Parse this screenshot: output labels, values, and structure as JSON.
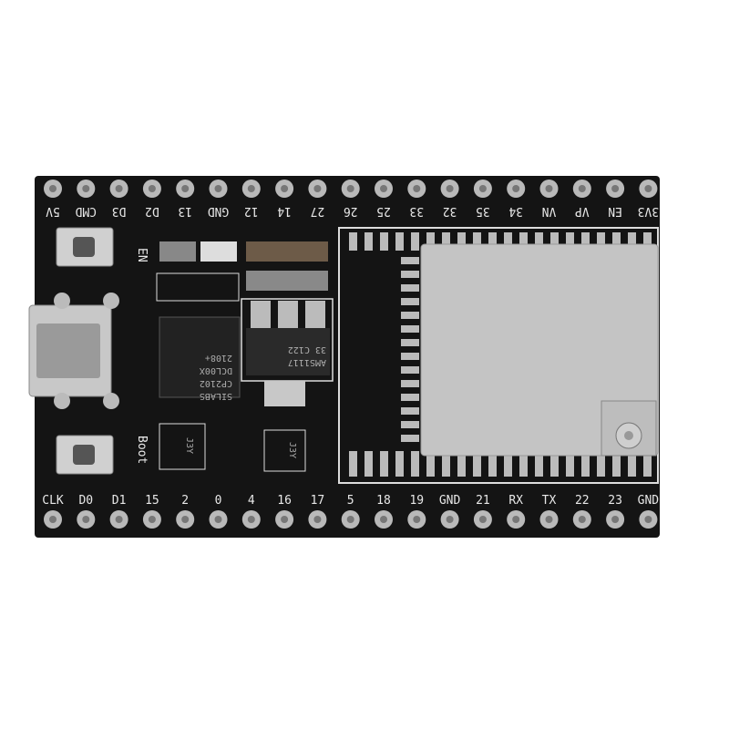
{
  "board": {
    "top_pins": [
      "5V",
      "CMD",
      "D3",
      "D2",
      "13",
      "GND",
      "12",
      "14",
      "27",
      "26",
      "25",
      "33",
      "32",
      "35",
      "34",
      "VN",
      "VP",
      "EN",
      "3V3"
    ],
    "bottom_pins": [
      "CLK",
      "D0",
      "D1",
      "15",
      "2",
      "0",
      "4",
      "16",
      "17",
      "5",
      "18",
      "19",
      "GND",
      "21",
      "RX",
      "TX",
      "22",
      "23",
      "GND"
    ],
    "button_labels": {
      "en": "EN",
      "boot": "Boot"
    },
    "usb_chip": [
      "SILABS",
      "CP2102",
      "DCL00X",
      "2108+"
    ],
    "regulator": [
      "AMS1117",
      "33  C122"
    ],
    "transistor_labels": [
      "J3Y",
      "J3Y"
    ]
  },
  "colors": {
    "pcb": "#141414",
    "pin": "#b9b9b9",
    "shield": "#c4c4c4",
    "silk": "#e8e8e8"
  }
}
